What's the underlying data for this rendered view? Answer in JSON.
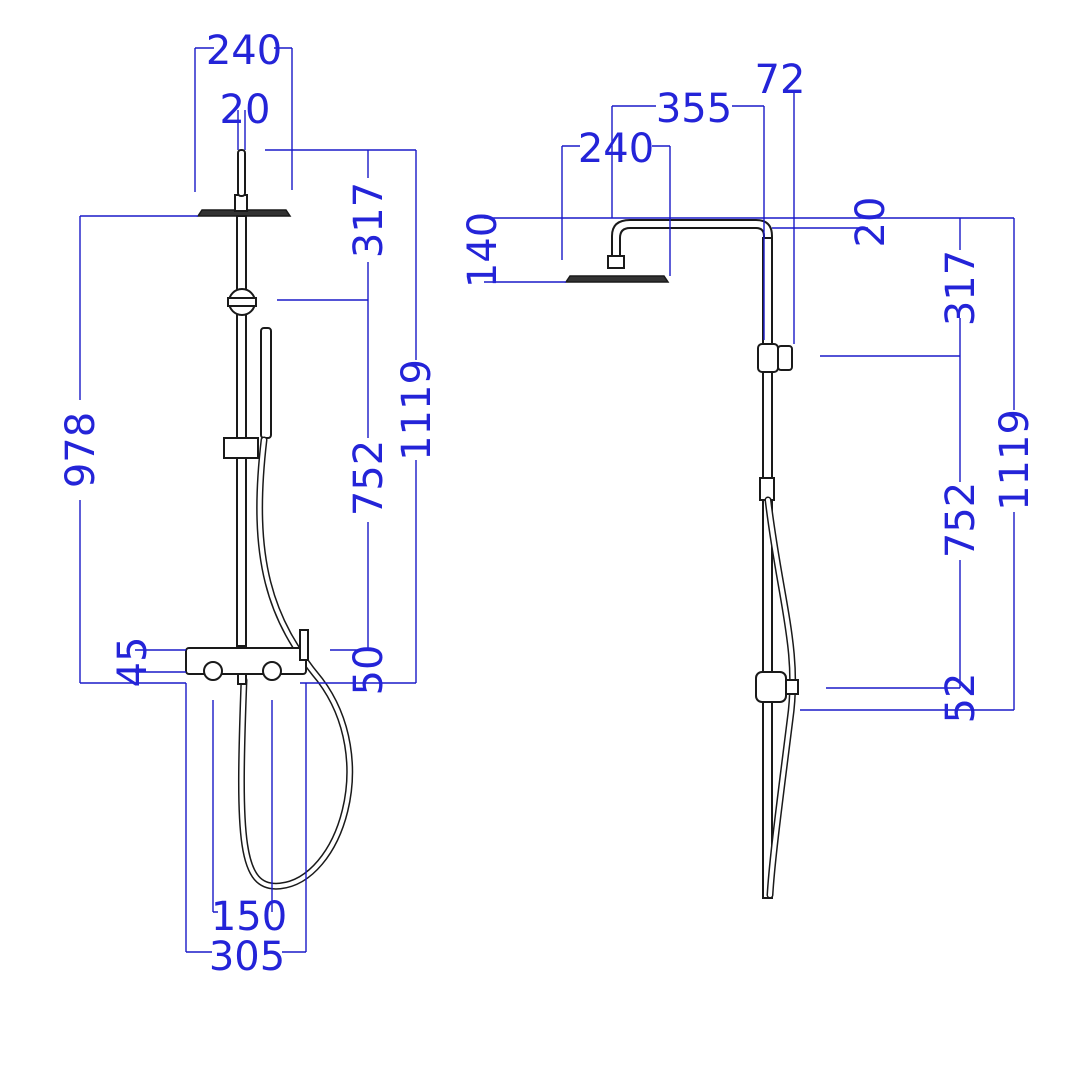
{
  "front_view": {
    "dims": {
      "head_diameter": "240",
      "arm_diameter": "20",
      "head_to_diverter": "317",
      "overall_height": "1119",
      "head_height": "978",
      "diverter_to_mixer": "752",
      "mixer_offset_left": "45",
      "mixer_offset_right": "50",
      "inlet_spacing": "150",
      "mixer_width": "305"
    }
  },
  "side_view": {
    "dims": {
      "arm_projection": "355",
      "head_diameter": "240",
      "wall_offset": "72",
      "head_drop": "140",
      "arm_diameter": "20",
      "head_to_diverter": "317",
      "overall_height": "1119",
      "diverter_to_mixer": "752",
      "mixer_height": "52"
    }
  },
  "colors": {
    "dimension": "#1a1ac8",
    "outline": "#1a1a1a"
  }
}
